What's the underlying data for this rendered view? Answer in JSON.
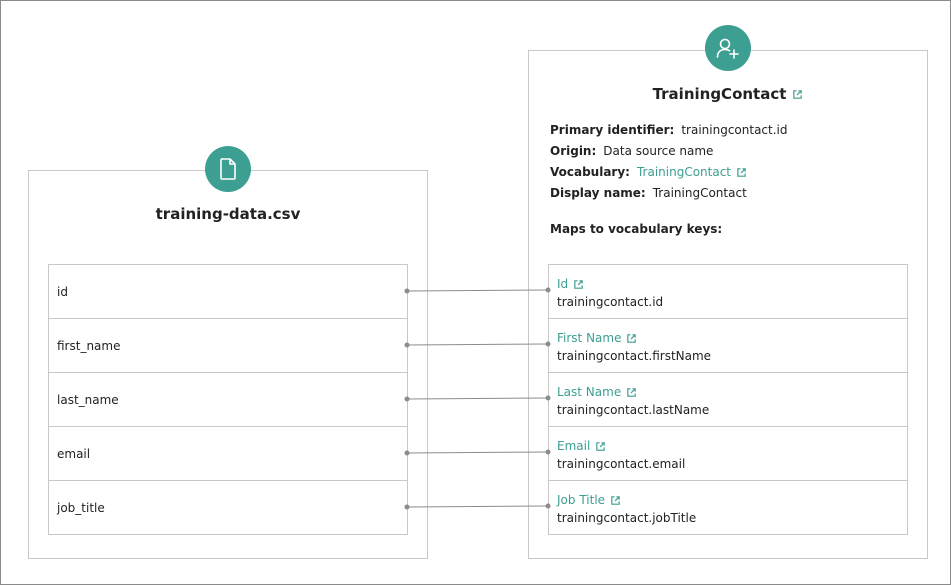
{
  "source": {
    "title": "training-data.csv",
    "icon": "file-icon",
    "columns": [
      "id",
      "first_name",
      "last_name",
      "email",
      "job_title"
    ]
  },
  "target": {
    "title": "TrainingContact",
    "icon": "add-user-icon",
    "properties": {
      "primary_identifier_label": "Primary identifier:",
      "primary_identifier_value": "trainingcontact.id",
      "origin_label": "Origin:",
      "origin_value": "Data source name",
      "vocabulary_label": "Vocabulary:",
      "vocabulary_value": "TrainingContact",
      "display_name_label": "Display name:",
      "display_name_value": "TrainingContact"
    },
    "maps_label": "Maps to vocabulary keys:",
    "keys": [
      {
        "name": "Id",
        "path": "trainingcontact.id"
      },
      {
        "name": "First Name",
        "path": "trainingcontact.firstName"
      },
      {
        "name": "Last Name",
        "path": "trainingcontact.lastName"
      },
      {
        "name": "Email",
        "path": "trainingcontact.email"
      },
      {
        "name": "Job Title",
        "path": "trainingcontact.jobTitle"
      }
    ]
  },
  "colors": {
    "accent": "#3d9e92",
    "border": "#c8c8c8",
    "connector": "#8c8c8c"
  }
}
